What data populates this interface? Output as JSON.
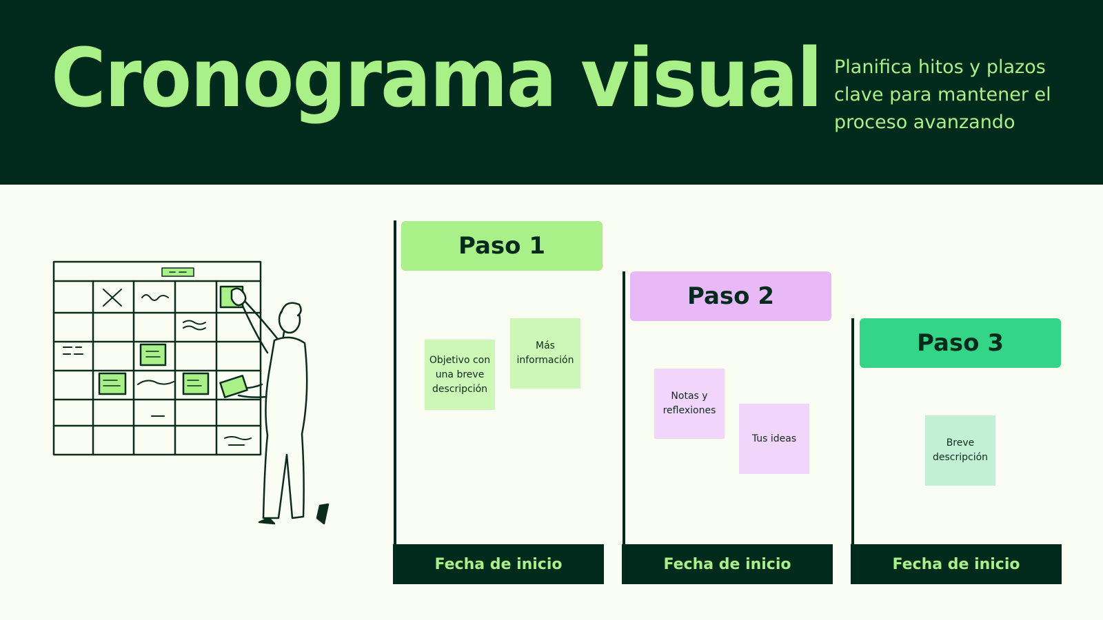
{
  "header": {
    "title": "Cronograma visual",
    "subtitle": "Planifica hitos y plazos clave para mantener el proceso avanzando"
  },
  "colors": {
    "dark": "#002b1c",
    "accent": "#a8f087",
    "background": "#f9fdf2",
    "step1": "#a8f087",
    "step2": "#e9b9f7",
    "step3": "#34d587",
    "note_green": "#ccf7b6",
    "note_purple": "#f1d5fb",
    "note_mint": "#c1f0d4"
  },
  "steps": [
    {
      "label": "Paso 1",
      "footer": "Fecha de inicio",
      "notes": [
        "Objetivo con una breve descripción",
        "Más información"
      ]
    },
    {
      "label": "Paso 2",
      "footer": "Fecha de inicio",
      "notes": [
        "Notas y reflexiones",
        "Tus ideas"
      ]
    },
    {
      "label": "Paso 3",
      "footer": "Fecha de inicio",
      "notes": [
        "Breve descripción"
      ]
    }
  ],
  "illustration": {
    "icon": "person-at-calendar-board-illustration"
  }
}
